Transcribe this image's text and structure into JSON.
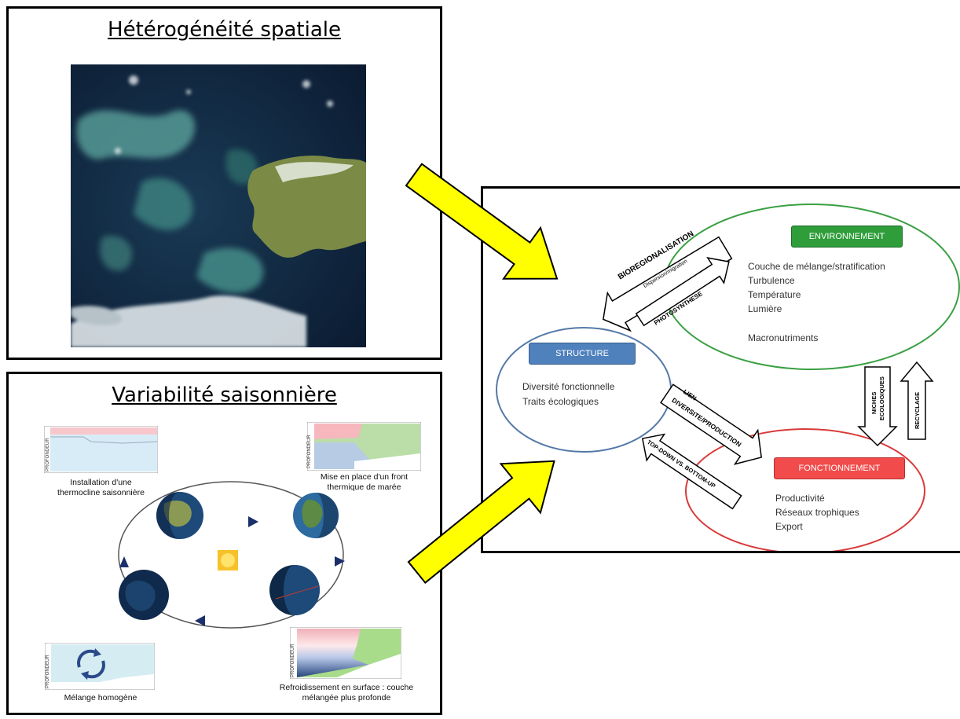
{
  "spatial": {
    "title": "Hétérogénéité spatiale"
  },
  "seasonal": {
    "title": "Variabilité saisonnière",
    "depth_label": "PROFONDEUR",
    "thermocline_caption_1": "Installation d'une",
    "thermocline_caption_2": "thermocline saisonnière",
    "front_caption_1": "Mise en place d'un front",
    "front_caption_2": "thermique de marée",
    "mixing_caption": "Mélange homogène",
    "cooling_caption_1": "Refroidissement en surface : couche",
    "cooling_caption_2": "mélangée plus profonde"
  },
  "schema": {
    "structure": {
      "label": "STRUCTURE",
      "items": [
        "Diversité fonctionnelle",
        "Traits écologiques"
      ],
      "color": "#4f81bd"
    },
    "environnement": {
      "label": "ENVIRONNEMENT",
      "items": [
        "Couche de mélange/stratification",
        "Turbulence",
        "Température",
        "Lumière",
        "",
        "Macronutriments"
      ],
      "color": "#2e9d3a"
    },
    "fonctionnement": {
      "label": "FONCTIONNEMENT",
      "items": [
        "Productivité",
        "Réseaux trophiques",
        "Export"
      ],
      "color": "#f24b4b"
    },
    "arrows": {
      "bioregionalisation": "BIOREGIONALISATION",
      "dispersion": "Dispersion/migration",
      "photosynthese": "PHOTOSYNTHESE",
      "lien": "LIEN",
      "diversite_production": "DIVERSITE/PRODUCTION",
      "top_down": "TOP-DOWN VS. BOTTOM-UP",
      "niches": "NICHES",
      "ecologiques": "ECOLOGIQUES",
      "recyclage": "RECYCLAGE"
    }
  }
}
